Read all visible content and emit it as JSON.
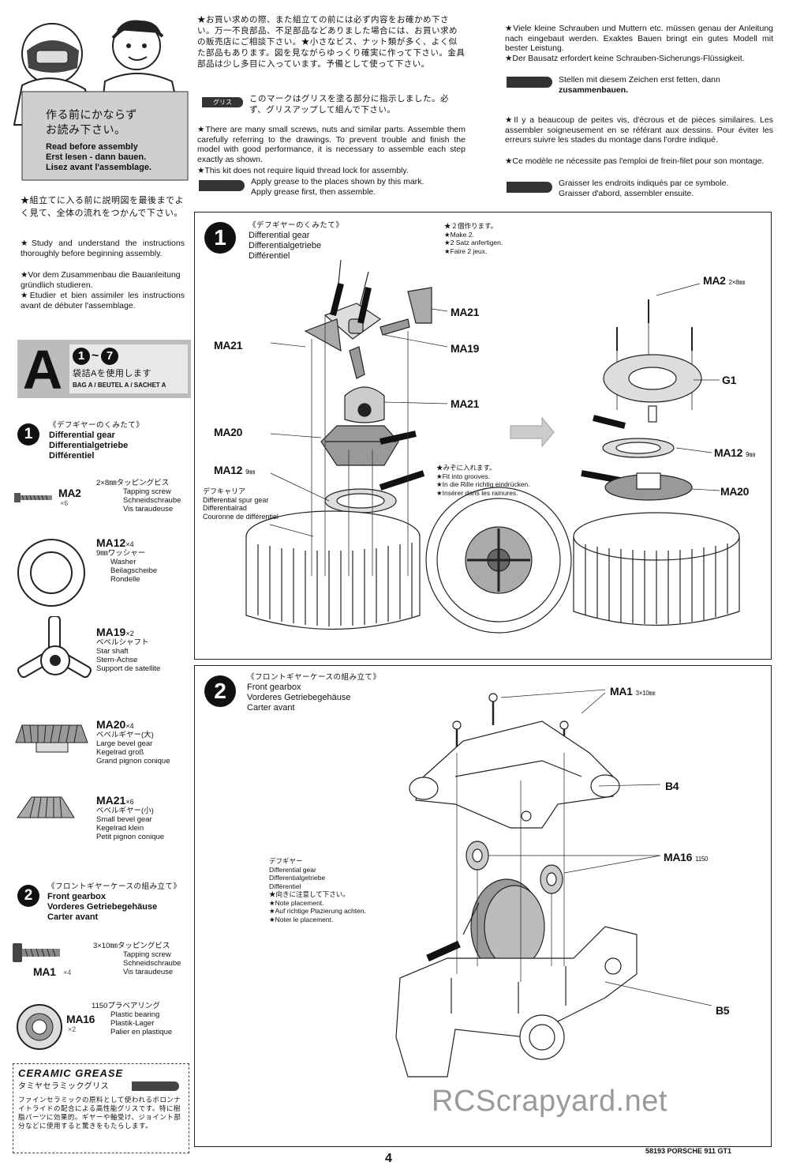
{
  "page": {
    "number": "4",
    "footer": "58193 PORSCHE 911 GT1",
    "watermark": "RCScrapyard.net"
  },
  "intro_card": {
    "jp": [
      "作る前にかならず",
      "お読み下さい。"
    ],
    "lines": [
      "Read before assembly",
      "Erst lesen - dann bauen.",
      "Lisez avant l'assemblage."
    ]
  },
  "left_notes": {
    "jp": "★組立てに入る前に説明図を最後までよく見て、全体の流れをつかんで下さい。",
    "en": "★Study and understand the instructions thoroughly before beginning assembly.",
    "de": "★Vor dem Zusammenbau die Bauanleitung gründlich studieren.",
    "fr": "★Etudier et bien assimiler les instructions avant de débuter l'assemblage."
  },
  "top_middle": {
    "jp": "★お買い求めの際、また組立ての前には必ず内容をお確かめ下さい。万一不良部品、不足部品などありました場合には、お買い求めの販売店にご相談下さい。★小さなビス、ナット類が多く、よく似た部品もあります。図を見ながらゆっくり確実に作って下さい。金具部品は少し多目に入っています。予備として使って下さい。",
    "grease_tag": "グリス",
    "grease_jp": "このマークはグリスを塗る部分に指示しました。必ず、グリスアップして組んで下さい。",
    "en": "★There are many small screws, nuts and similar parts. Assemble them carefully referring to the drawings. To prevent trouble and finish the model with good performance, it is necessary to assemble each step exactly as shown.",
    "en2": "★This kit does not require liquid thread lock for assembly.",
    "grease_en": [
      "Apply grease to the places shown by this mark.",
      "Apply grease first, then assemble."
    ]
  },
  "top_right": {
    "de": "★Viele kleine Schrauben und Muttern etc. müssen genau der Anleitung nach eingebaut werden. Exaktes Bauen bringt ein gutes Modell mit bester Leistung.",
    "de2": "★Der Bausatz erfordert keine Schrauben-Sicherungs-Flüssigkeit.",
    "grease_de": [
      "Stellen mit diesem Zeichen erst fetten, dann",
      "zusammenbauen."
    ],
    "fr": "★Il y a beaucoup de peites vis, d'écrous et de pièces similaires. Les assembler soigneusement en se référant aux dessins. Pour éviter les erreurs suivre les stades du montage dans l'ordre indiqué.",
    "fr2": "★Ce modèle ne nécessite pas l'emploi de frein-filet pour son montage.",
    "grease_fr": [
      "Graisser les endroits indiqués par ce symbole.",
      "Graisser d'abord, assembler ensuite."
    ]
  },
  "bag": {
    "letter": "A",
    "range_from": "1",
    "range_to": "7",
    "jp": "袋詰Aを使用します",
    "label": "BAG A / BEUTEL A / SACHET A"
  },
  "parts_list": {
    "step1": {
      "num": "1",
      "jp": "《デフギヤーのくみたて》",
      "titles": [
        "Differential gear",
        "Differentialgetriebe",
        "Différentiel"
      ]
    },
    "items1": [
      {
        "code": "MA2",
        "qty": "×6",
        "jp": "2×8㎜タッピングビス",
        "lines": [
          "Tapping screw",
          "Schneidschraube",
          "Vis taraudeuse"
        ]
      },
      {
        "code": "MA12",
        "qty": "×4",
        "jp": "9㎜ワッシャー",
        "lines": [
          "Washer",
          "Beilagscheibe",
          "Rondelle"
        ]
      },
      {
        "code": "MA19",
        "qty": "×2",
        "jp": "ベベルシャフト",
        "lines": [
          "Star shaft",
          "Stern-Achse",
          "Support de satellite"
        ]
      },
      {
        "code": "MA20",
        "qty": "×4",
        "jp": "ベベルギヤー(大)",
        "lines": [
          "Large bevel gear",
          "Kegelrad groß",
          "Grand pignon conique"
        ]
      },
      {
        "code": "MA21",
        "qty": "×6",
        "jp": "ベベルギヤー(小)",
        "lines": [
          "Small bevel gear",
          "Kegelrad klein",
          "Petit pignon conique"
        ]
      }
    ],
    "step2": {
      "num": "2",
      "jp": "《フロントギヤーケースの組み立て》",
      "titles": [
        "Front gearbox",
        "Vorderes Getriebegehäuse",
        "Carter avant"
      ]
    },
    "items2": [
      {
        "code": "MA1",
        "qty": "×4",
        "jp": "3×10㎜タッピングビス",
        "lines": [
          "Tapping screw",
          "Schneidschraube",
          "Vis taraudeuse"
        ]
      },
      {
        "code": "MA16",
        "qty": "×2",
        "jp": "1150プラベアリング",
        "lines": [
          "Plastic bearing",
          "Plastik-Lager",
          "Palier en plastique"
        ]
      }
    ],
    "ceramic": {
      "logo": "CERAMIC GREASE",
      "jp_title": "タミヤセラミックグリス",
      "jp_body": "ファインセラミックの原料として使われるボロンナイトライドの配合による高性能グリスです。特に樹脂パーツに効果的。ギヤーや軸受け、ジョイント部分などに使用すると驚きをもたらします。"
    }
  },
  "panel1": {
    "num": "1",
    "jp": "《デフギヤーのくみたて》",
    "titles": [
      "Differential gear",
      "Differentialgetriebe",
      "Différentiel"
    ],
    "make2": [
      "★２個作ります。",
      "★Make 2.",
      "★2 Satz anfertigen.",
      "★Faire 2 jeux."
    ],
    "grooves": [
      "★みぞに入れます。",
      "★Fit into grooves.",
      "★In die Rille richtig eindrücken.",
      "★Insérer dans les rainures."
    ],
    "carrier": [
      "デフキャリア",
      "Differential spur gear",
      "Differentialrad",
      "Couronne de différentiel"
    ],
    "labels": {
      "ma21_a": "MA21",
      "ma21_b": "MA21",
      "ma21_c": "MA21",
      "ma19": "MA19",
      "ma20": "MA20",
      "ma12": "MA12",
      "ma12_size": "9㎜",
      "ma2": "MA2",
      "ma2_size": "2×8㎜",
      "g1": "G1",
      "ma12_r": "MA12",
      "ma12_r_size": "9㎜",
      "ma20_r": "MA20"
    }
  },
  "panel2": {
    "num": "2",
    "jp": "《フロントギヤーケースの組み立て》",
    "titles": [
      "Front gearbox",
      "Vorderes Getriebegehäuse",
      "Carter avant"
    ],
    "diff_note": [
      "デフギヤー",
      "Differential gear",
      "Differentialgetriebe",
      "Différentiel",
      "★向きに注意して下さい。",
      "★Note placement.",
      "★Auf richtige Plazierung achten.",
      "★Noter le placement."
    ],
    "labels": {
      "ma1": "MA1",
      "ma1_size": "3×10㎜",
      "b4": "B4",
      "ma16": "MA16",
      "ma16_size": "1150",
      "b5": "B5"
    }
  }
}
